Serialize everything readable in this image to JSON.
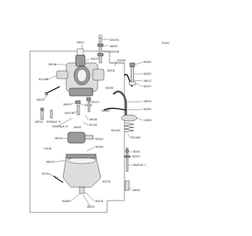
{
  "diagram_code": "E161",
  "labels": {
    "l16001": "16001",
    "l92037a": "92037A",
    "l16003": "16003",
    "l16019": "16019",
    "l92037": "92037",
    "l92015": "92015",
    "l92037b": "92037B",
    "l92026": "92026",
    "l92055": "92055",
    "l92002": "92002",
    "l92144b": "92144B",
    "l16012": "16012",
    "l16011": "16011",
    "l92037r": "92037",
    "l92137": "92137",
    "l16017": "16017",
    "l92063": "92063",
    "l16054": "16054",
    "l92055r": "92055",
    "l11009": "11009",
    "l16014": "16014",
    "l92064": "92064/A~E",
    "l16030": "16030",
    "l92063a": "92063A/A~E",
    "l92144": "92144",
    "l92144a": "92144A",
    "l16031": "16031",
    "l92043": "92043",
    "l92059": "92059",
    "l16021": "16021",
    "l92037bot": "92037",
    "l16161": "16161",
    "l92151": "92151",
    "l16187": "16187/A~I",
    "l92075": "92075",
    "l16025": "16025",
    "l92055b": "92055",
    "l92037c": "92037C",
    "l11016": "11016",
    "l16016": "16016",
    "l92076": "92076",
    "l16023": "16023",
    "l92063b": "92063",
    "l92144c": "92144C",
    "l92055m": "92055"
  }
}
